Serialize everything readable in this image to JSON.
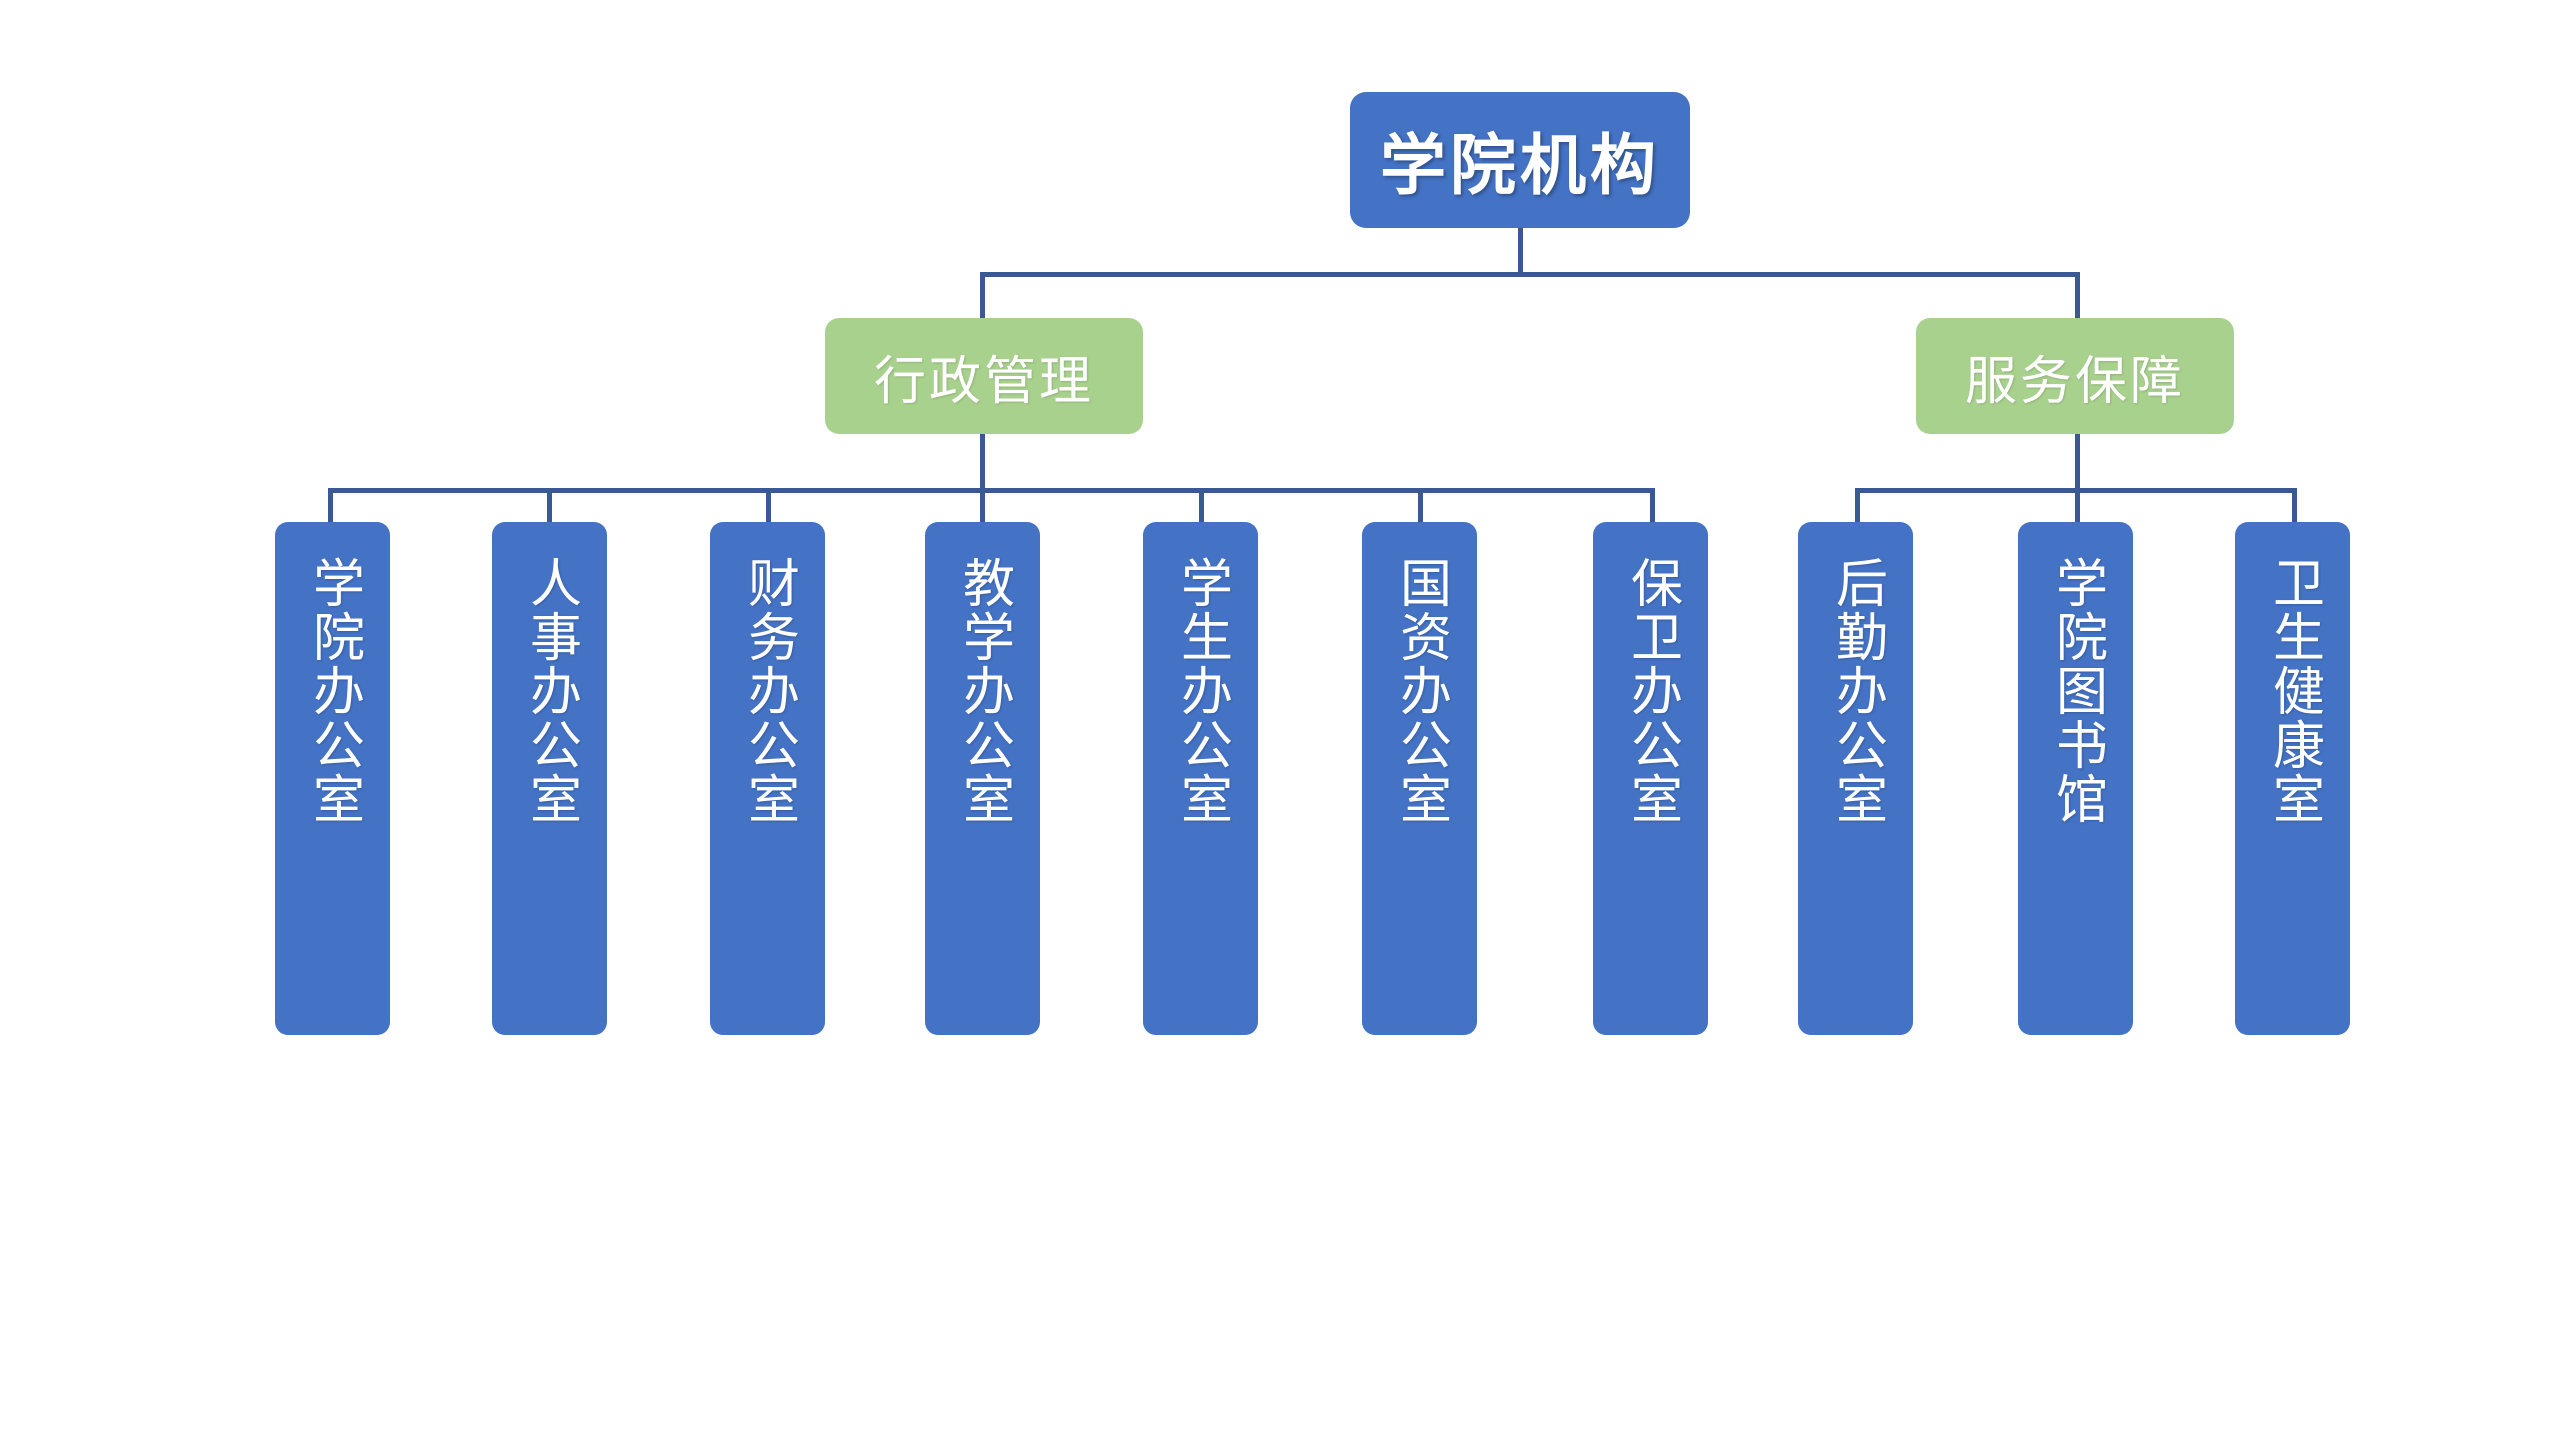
{
  "diagram": {
    "type": "organizational-chart",
    "title": "学院机构",
    "colors": {
      "root_fill": "#4472C4",
      "branch_fill": "#A9D18E",
      "leaf_fill": "#4472C4",
      "connector": "#3A5894",
      "text": "#FFFFFF",
      "background": "#FFFFFF"
    },
    "root": {
      "label": "学院机构"
    },
    "branches": [
      {
        "label": "行政管理",
        "children": [
          {
            "label": "学院办公室"
          },
          {
            "label": "人事办公室"
          },
          {
            "label": "财务办公室"
          },
          {
            "label": "教学办公室"
          },
          {
            "label": "学生办公室"
          },
          {
            "label": "国资办公室"
          },
          {
            "label": "保卫办公室"
          }
        ]
      },
      {
        "label": "服务保障",
        "children": [
          {
            "label": "后勤办公室"
          },
          {
            "label": "学院图书馆"
          },
          {
            "label": "卫生健康室"
          }
        ]
      }
    ]
  }
}
